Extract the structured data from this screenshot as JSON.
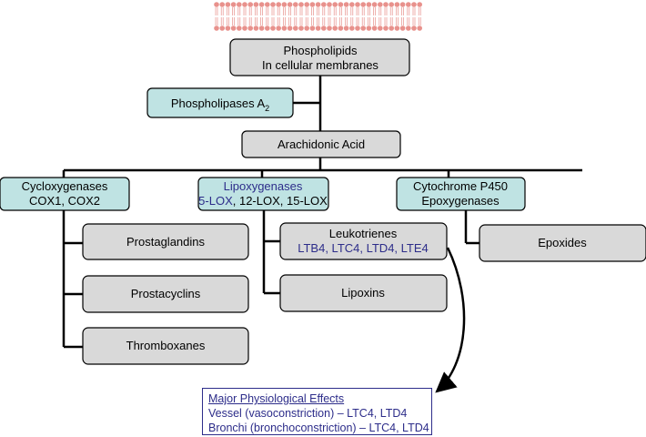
{
  "colors": {
    "gray_fill": "#d9d9d9",
    "teal_fill": "#bfe3e3",
    "blue_text": "#2d2d8a",
    "line": "#000000",
    "membrane_head": "#e8918c"
  },
  "nodes": {
    "phospholipids": {
      "line1": "Phospholipids",
      "line2": "In cellular membranes"
    },
    "phospholipases": {
      "label": "Phospholipases A",
      "sub": "2"
    },
    "arachidonic": {
      "label": "Arachidonic Acid"
    },
    "cox": {
      "line1": "Cycloxygenases",
      "line2": "COX1, COX2"
    },
    "lox": {
      "line1": "Lipoxygenases",
      "line2_blue": "5-LOX",
      "line2_rest": ", 12-LOX, 15-LOX"
    },
    "cyp": {
      "line1": "Cytochrome P450",
      "line2": "Epoxygenases"
    },
    "prostaglandins": {
      "label": "Prostaglandins"
    },
    "prostacyclins": {
      "label": "Prostacyclins"
    },
    "thromboxanes": {
      "label": "Thromboxanes"
    },
    "leukotrienes": {
      "line1": "Leukotrienes",
      "line2": "LTB4, LTC4, LTD4, LTE4"
    },
    "lipoxins": {
      "label": "Lipoxins"
    },
    "epoxides": {
      "label": "Epoxides"
    }
  },
  "effects": {
    "title": "Major Physiological Effects",
    "line1": "Vessel (vasoconstriction) – LTC4, LTD4",
    "line2": "Bronchi (bronchoconstriction) – LTC4, LTD4"
  }
}
